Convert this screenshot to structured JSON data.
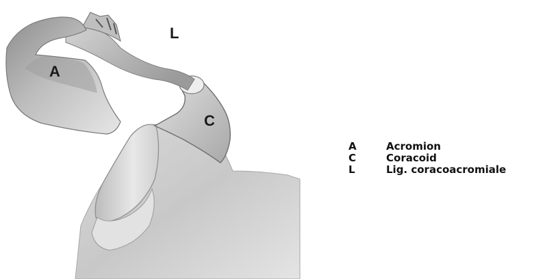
{
  "illustration": {
    "labels": {
      "acromion": "A",
      "coracoid": "C",
      "ligament": "L"
    }
  },
  "legend": {
    "items": [
      {
        "key": "A",
        "text": "Acromion"
      },
      {
        "key": "C",
        "text": "Coracoid"
      },
      {
        "key": "L",
        "text": "Lig. coracoacromiale"
      }
    ]
  }
}
